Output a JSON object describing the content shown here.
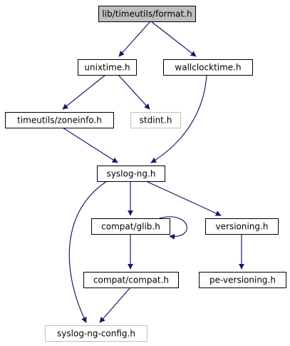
{
  "colors": {
    "edge": "#191970",
    "root_fill": "#bfbfbf",
    "node_fill": "#ffffff",
    "node_stroke": "#000000",
    "missing_stroke": "#bfbfbf",
    "background": "#ffffff"
  },
  "nodes": [
    {
      "id": "format",
      "label": "lib/timeutils/format.h",
      "style": "root"
    },
    {
      "id": "unixtime",
      "label": "unixtime.h",
      "style": "normal"
    },
    {
      "id": "wallclocktime",
      "label": "wallclocktime.h",
      "style": "normal"
    },
    {
      "id": "zoneinfo",
      "label": "timeutils/zoneinfo.h",
      "style": "normal"
    },
    {
      "id": "stdint",
      "label": "stdint.h",
      "style": "missing"
    },
    {
      "id": "syslogng",
      "label": "syslog-ng.h",
      "style": "normal"
    },
    {
      "id": "glib",
      "label": "compat/glib.h",
      "style": "normal"
    },
    {
      "id": "versioning",
      "label": "versioning.h",
      "style": "normal"
    },
    {
      "id": "compat",
      "label": "compat/compat.h",
      "style": "normal"
    },
    {
      "id": "peversioning",
      "label": "pe-versioning.h",
      "style": "normal"
    },
    {
      "id": "config",
      "label": "syslog-ng-config.h",
      "style": "missing"
    }
  ],
  "edges": [
    {
      "from": "format",
      "to": "unixtime"
    },
    {
      "from": "format",
      "to": "wallclocktime"
    },
    {
      "from": "unixtime",
      "to": "zoneinfo"
    },
    {
      "from": "unixtime",
      "to": "stdint"
    },
    {
      "from": "wallclocktime",
      "to": "syslogng"
    },
    {
      "from": "zoneinfo",
      "to": "syslogng"
    },
    {
      "from": "syslogng",
      "to": "glib"
    },
    {
      "from": "syslogng",
      "to": "versioning"
    },
    {
      "from": "syslogng",
      "to": "config"
    },
    {
      "from": "glib",
      "to": "glib"
    },
    {
      "from": "glib",
      "to": "compat"
    },
    {
      "from": "versioning",
      "to": "peversioning"
    },
    {
      "from": "compat",
      "to": "config"
    }
  ]
}
